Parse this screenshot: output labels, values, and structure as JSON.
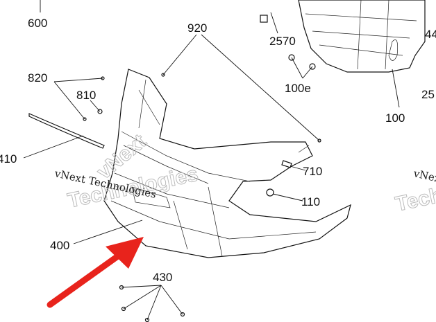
{
  "diagram": {
    "part_labels": {
      "p600": "600",
      "p920": "920",
      "p2570": "2570",
      "p44": "44",
      "p820": "820",
      "p810": "810",
      "p100e": "100e",
      "p25": "25",
      "p100": "100",
      "p410": "410",
      "p710": "710",
      "p110": "110",
      "p400": "400",
      "p430": "430"
    },
    "watermark": {
      "line1": "vNext Technologies",
      "line2": "vNext",
      "line3": "Technologies"
    },
    "colors": {
      "arrow": "#e8231c",
      "lines": "#111111",
      "watermark": "#bbbbbb"
    }
  }
}
